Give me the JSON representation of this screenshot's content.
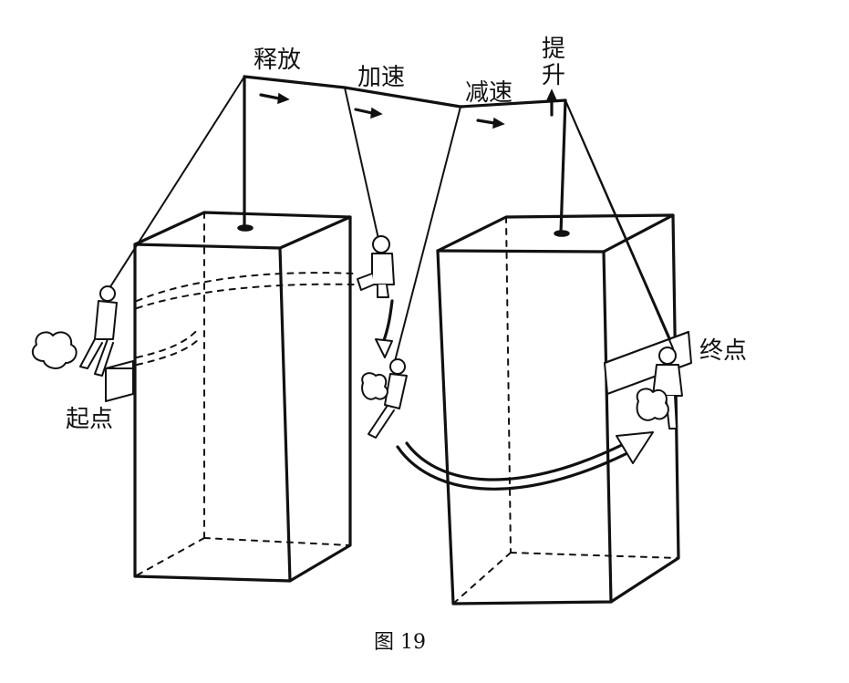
{
  "labels": {
    "release": "释放",
    "accelerate": "加速",
    "decelerate": "减速",
    "lift": "提升",
    "start": "起点",
    "end": "终点"
  },
  "caption": "图 19"
}
